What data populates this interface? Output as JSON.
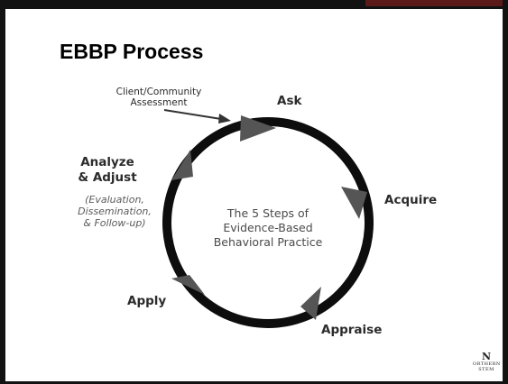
{
  "slide": {
    "title": "EBBP Process",
    "center_text": "The 5 Steps of Evidence-Based Behavioral Practice",
    "input": "Client/Community Assessment",
    "steps": {
      "ask": "Ask",
      "acquire": "Acquire",
      "appraise": "Appraise",
      "apply": "Apply",
      "analyze": "Analyze & Adjust",
      "analyze_note": "(Evaluation, Dissemination, & Follow-up)"
    },
    "logo": {
      "mark": "N",
      "line1": "ORTHERN",
      "line2": "STEM"
    },
    "colors": {
      "cycle": "#0d0d0d",
      "arrowhead": "#555555",
      "text": "#2b2b2b"
    }
  }
}
